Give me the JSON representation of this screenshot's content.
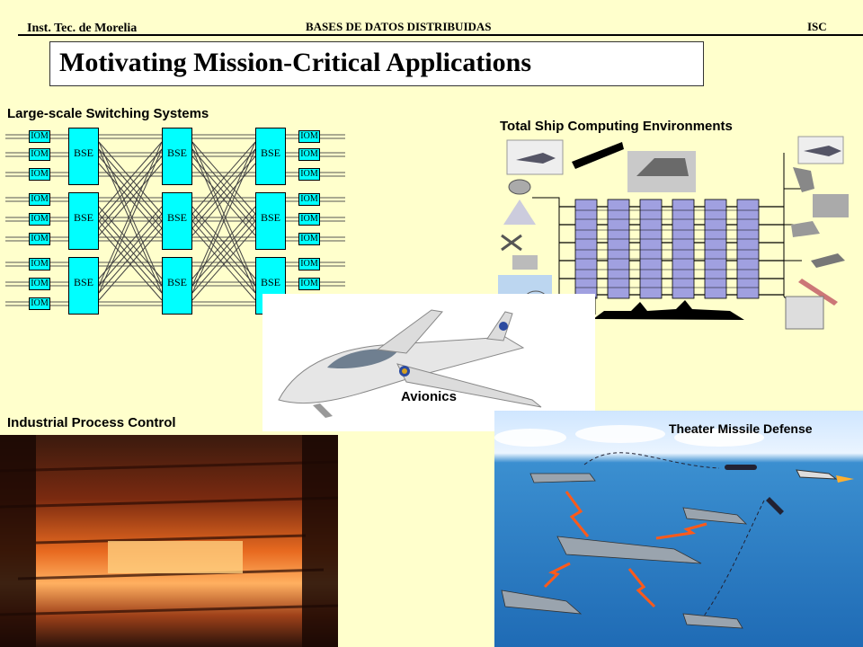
{
  "header": {
    "institution": "Inst. Tec. de Morelia",
    "course": "BASES DE DATOS DISTRIBUIDAS",
    "program": "ISC"
  },
  "slide": {
    "title": "Motivating Mission-Critical Applications"
  },
  "sections": {
    "switching": "Large-scale Switching Systems",
    "ship": "Total Ship Computing Environments",
    "avionics": "Avionics",
    "industrial": "Industrial Process Control",
    "missile": "Theater Missile Defense"
  },
  "switch_diagram": {
    "iom_label": "IOM",
    "bse_label": "BSE"
  },
  "colors": {
    "background": "#ffffcc",
    "switch_fill": "#00ffff",
    "sky": "#3b8fd0"
  }
}
